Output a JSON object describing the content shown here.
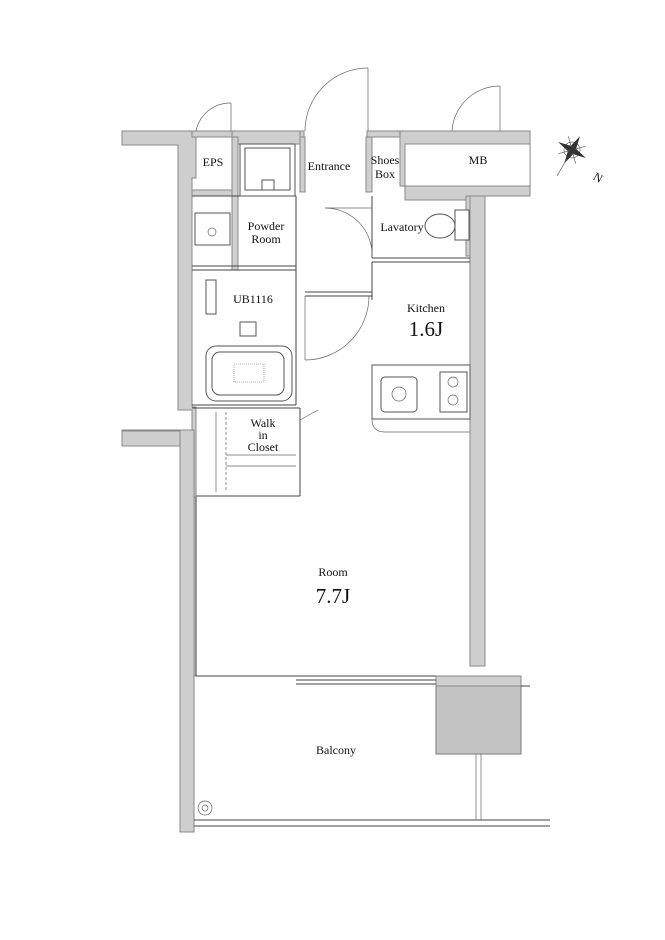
{
  "rooms": {
    "eps": "EPS",
    "entrance": "Entrance",
    "shoes_box_1": "Shoes",
    "shoes_box_2": "Box",
    "mb": "MB",
    "powder_room_1": "Powder",
    "powder_room_2": "Room",
    "lavatory": "Lavatory",
    "unit_bath": "UB1116",
    "kitchen": "Kitchen",
    "kitchen_size": "1.6J",
    "walk_in_closet_1": "Walk",
    "walk_in_closet_2": "in",
    "walk_in_closet_3": "Closet",
    "room": "Room",
    "room_size": "7.7J",
    "balcony": "Balcony"
  },
  "compass": {
    "north_label": "N",
    "icon": "compass-rose-icon"
  },
  "colors": {
    "wall": "#cfcfcf",
    "wall_edge": "#888888",
    "line": "#444444"
  }
}
